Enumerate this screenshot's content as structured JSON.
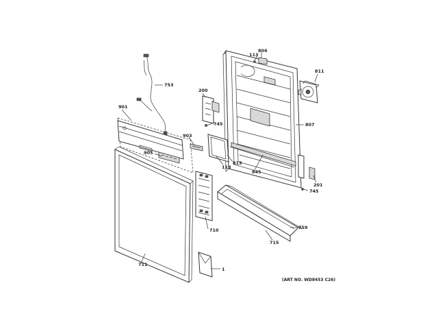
{
  "diagram": {
    "callouts": {
      "c804": "804",
      "c113_top": "113",
      "c811": "811",
      "c753": "753",
      "c200": "200",
      "c901": "901",
      "c745_left": "745",
      "c807": "807",
      "c903": "903",
      "c905": "905",
      "c113_bottom": "113",
      "c813": "813",
      "c845": "845",
      "c201": "201",
      "c745_right": "745",
      "c759": "759",
      "c710": "710",
      "c715": "715",
      "c711": "711",
      "c1": "1"
    },
    "art_number": "(ART NO. WD8453 C26)"
  }
}
